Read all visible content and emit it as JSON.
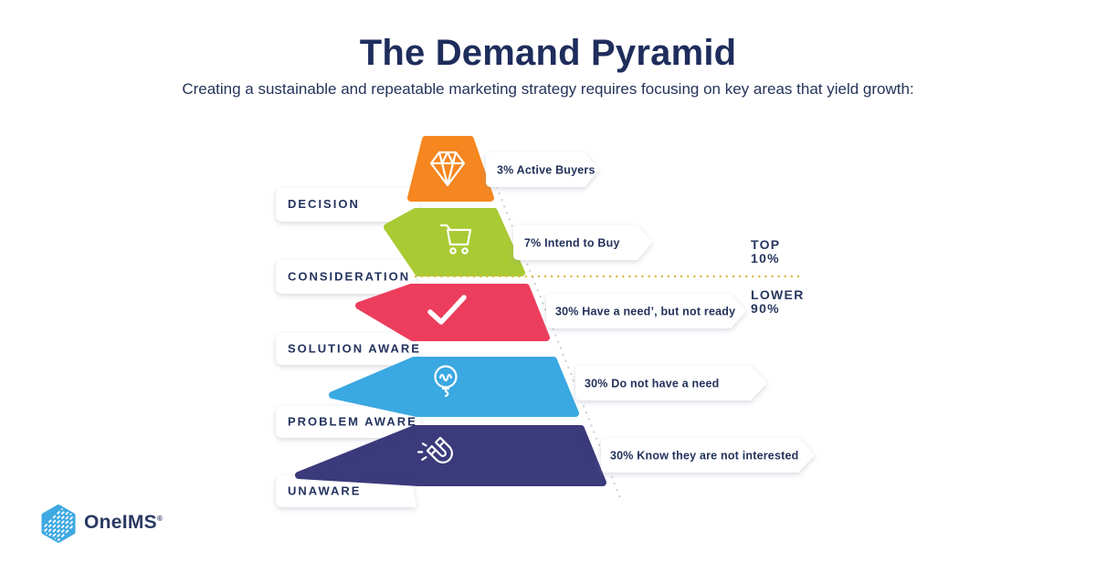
{
  "header": {
    "title": "The Demand Pyramid",
    "subtitle": "Creating a sustainable and repeatable marketing strategy requires focusing on key areas that yield growth:"
  },
  "pyramid": {
    "levels": [
      {
        "stage": "DECISION",
        "callout": "3% Active Buyers",
        "icon": "diamond-icon",
        "color": "#F6861F"
      },
      {
        "stage": "CONSIDERATION",
        "callout": "7% Intend to Buy",
        "icon": "cart-icon",
        "color": "#A9CA33"
      },
      {
        "stage": "SOLUTION AWARE",
        "callout": "30% Have a need’, but not ready",
        "icon": "check-icon",
        "color": "#EC3D5D"
      },
      {
        "stage": "PROBLEM AWARE",
        "callout": "30% Do not have a need",
        "icon": "bulb-icon",
        "color": "#3AA8E1"
      },
      {
        "stage": "UNAWARE",
        "callout": "30% Know they are not interested",
        "icon": "magnet-icon",
        "color": "#3B3A7B"
      }
    ],
    "divider": {
      "top_label": "TOP",
      "top_value": "10%",
      "lower_label": "LOWER",
      "lower_value": "90%"
    }
  },
  "brand": {
    "name": "OneIMS",
    "trademark": "®"
  },
  "colors": {
    "heading": "#1E2D5C",
    "divider_dots": "#D8B93C",
    "guide_dots": "#CFCFCF",
    "logo_blue": "#3FA9E1"
  }
}
